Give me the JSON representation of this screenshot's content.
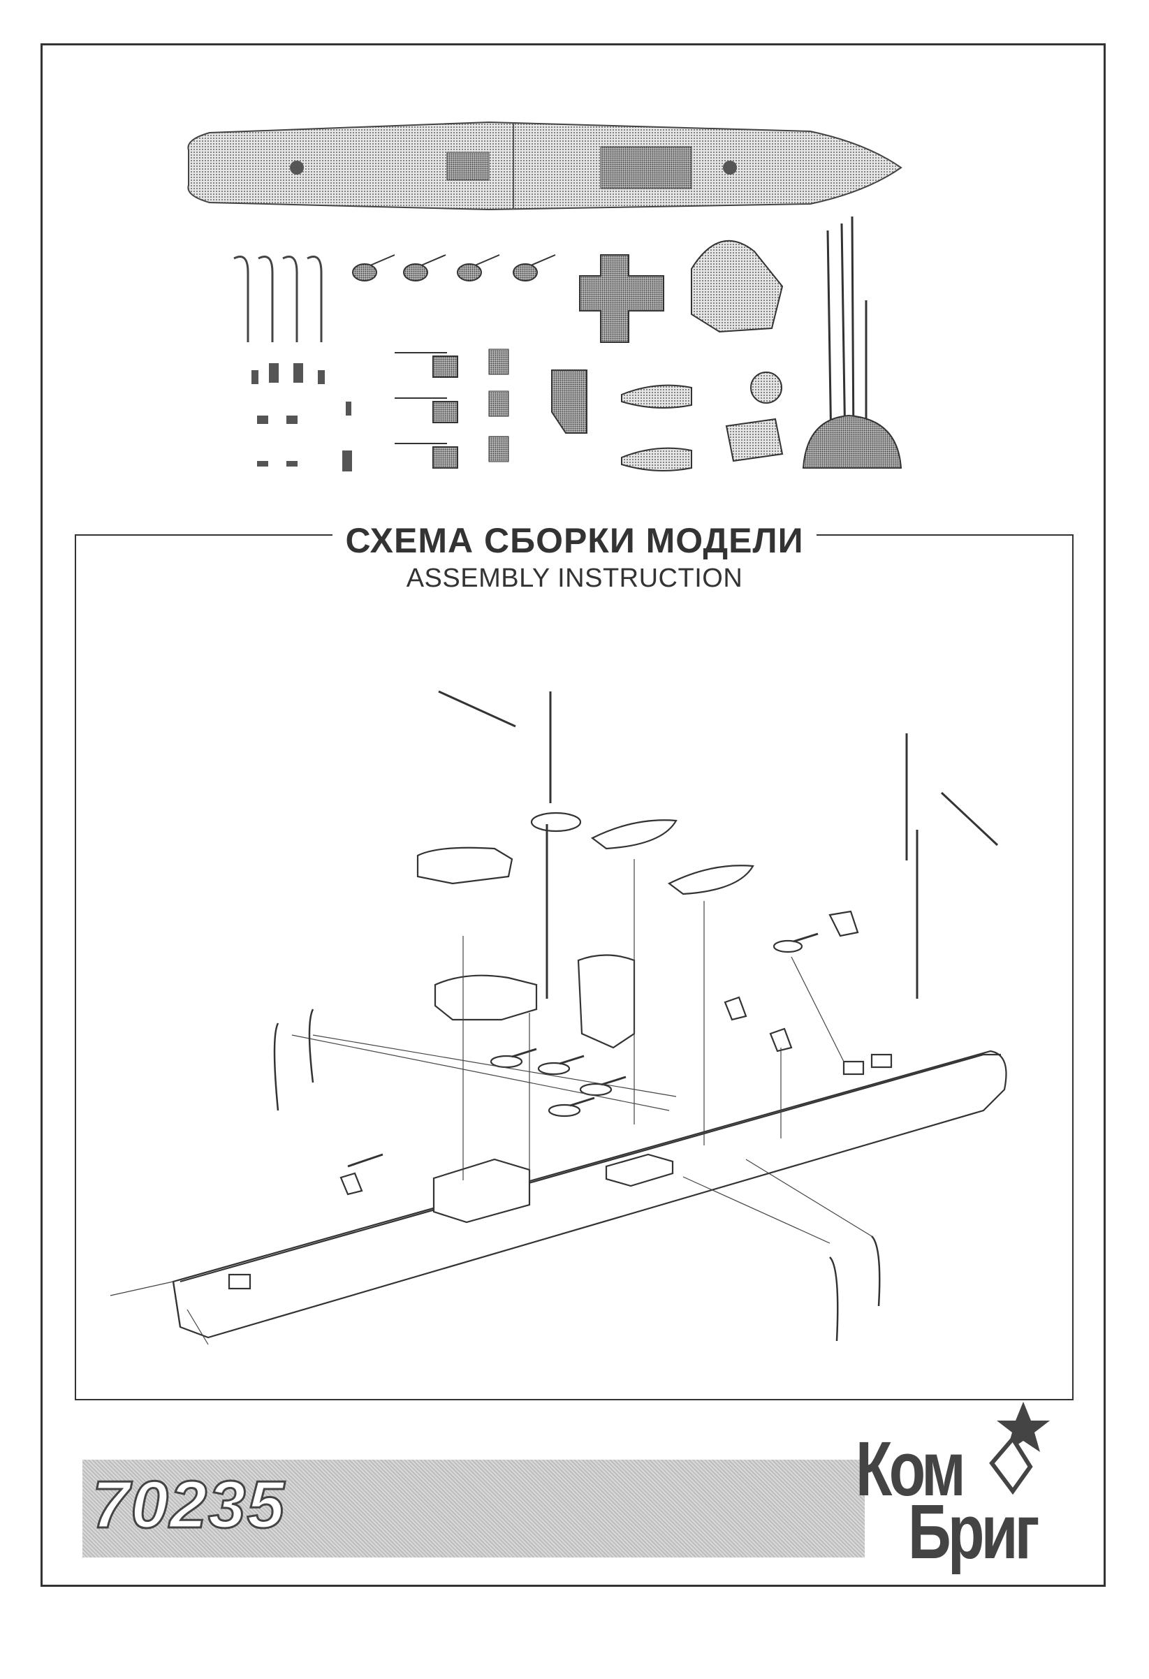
{
  "title_ru": "СХЕМА СБОРКИ МОДЕЛИ",
  "title_en": "ASSEMBLY INSTRUCTION",
  "kit_number": "70235",
  "brand": {
    "line1": "Ком",
    "line2": "Бриг"
  },
  "icons": [
    "star-icon",
    "ship-hull-icon",
    "funnel-icon",
    "lifeboat-icon",
    "mast-icon",
    "gun-icon"
  ]
}
